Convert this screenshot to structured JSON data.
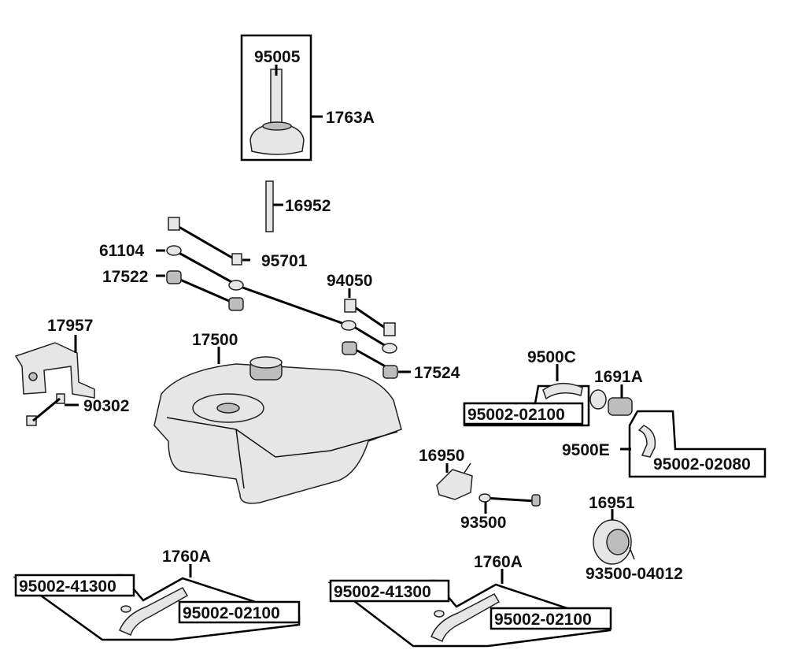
{
  "parts": {
    "p95005": "95005",
    "p1763A": "1763A",
    "p16952": "16952",
    "p61104": "61104",
    "p95701": "95701",
    "p17522": "17522",
    "p94050": "94050",
    "p17957": "17957",
    "p17500": "17500",
    "p17524": "17524",
    "p90302": "90302",
    "p9500C": "9500C",
    "p1691A": "1691A",
    "p95002_02100_a": "95002-02100",
    "p9500E": "9500E",
    "p95002_02080": "95002-02080",
    "p16950": "16950",
    "p93500": "93500",
    "p16951": "16951",
    "p93500_04012": "93500-04012",
    "p1760A_left": "1760A",
    "p95002_41300_left": "95002-41300",
    "p95002_02100_left": "95002-02100",
    "p1760A_right": "1760A",
    "p95002_41300_right": "95002-41300",
    "p95002_02100_right": "95002-02100"
  }
}
